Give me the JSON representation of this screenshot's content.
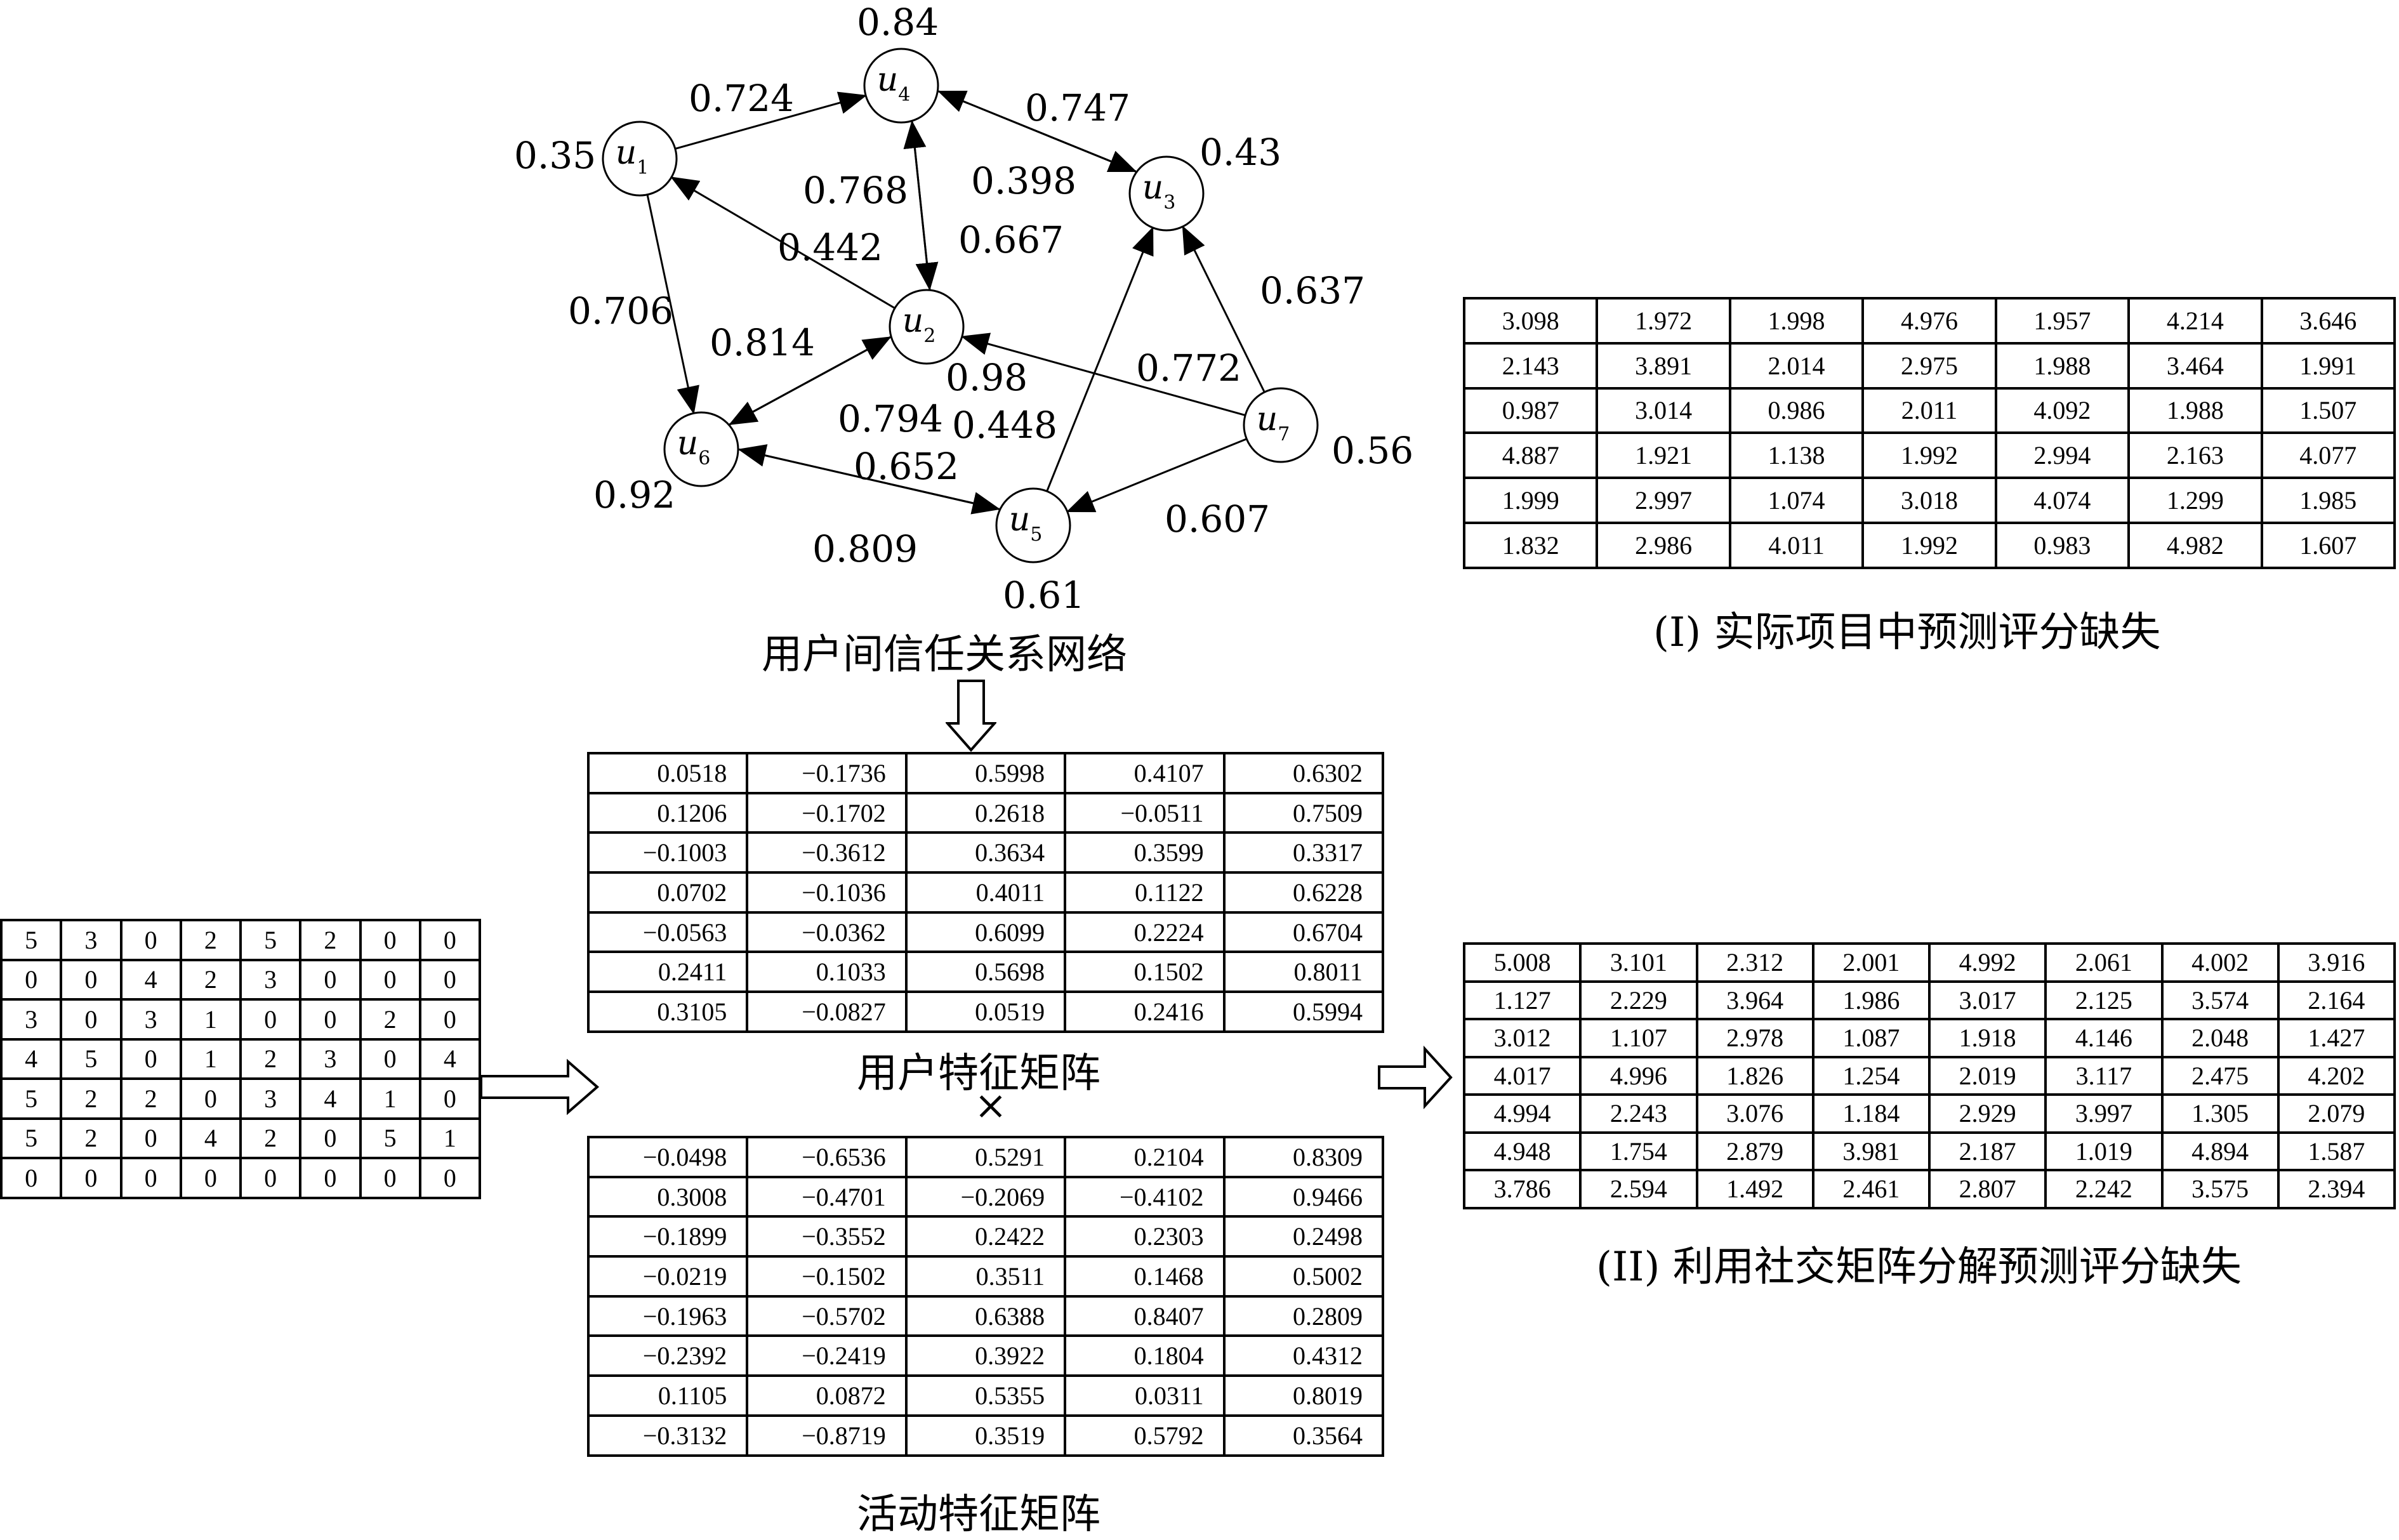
{
  "graph": {
    "nodes": [
      {
        "id": "u1",
        "label": "u",
        "sub": "1",
        "weight": "0.35"
      },
      {
        "id": "u2",
        "label": "u",
        "sub": "2",
        "weight": "0.98"
      },
      {
        "id": "u3",
        "label": "u",
        "sub": "3",
        "weight": "0.43"
      },
      {
        "id": "u4",
        "label": "u",
        "sub": "4",
        "weight": "0.84"
      },
      {
        "id": "u5",
        "label": "u",
        "sub": "5",
        "weight": "0.61"
      },
      {
        "id": "u6",
        "label": "u",
        "sub": "6",
        "weight": "0.92"
      },
      {
        "id": "u7",
        "label": "u",
        "sub": "7",
        "weight": "0.56"
      }
    ],
    "edges": [
      {
        "from": "u1",
        "to": "u4",
        "label": "0.724"
      },
      {
        "from": "u3",
        "to": "u4",
        "label": "0.747"
      },
      {
        "from": "u4",
        "to": "u3",
        "label": "0.398"
      },
      {
        "from": "u4",
        "to": "u2",
        "label": "0.768"
      },
      {
        "from": "u2",
        "to": "u4",
        "label": "0.667"
      },
      {
        "from": "u2",
        "to": "u1",
        "label": "0.442"
      },
      {
        "from": "u1",
        "to": "u6",
        "label": "0.706"
      },
      {
        "from": "u6",
        "to": "u2",
        "label": "0.814"
      },
      {
        "from": "u2",
        "to": "u6",
        "label": "0.794"
      },
      {
        "from": "u7",
        "to": "u3",
        "label": "0.637"
      },
      {
        "from": "u7",
        "to": "u2",
        "label": "0.772"
      },
      {
        "from": "u5",
        "to": "u3",
        "label": "0.448"
      },
      {
        "from": "u6",
        "to": "u5",
        "label": "0.652"
      },
      {
        "from": "u5",
        "to": "u6",
        "label": "0.809"
      },
      {
        "from": "u7",
        "to": "u5",
        "label": "0.607"
      }
    ],
    "caption": "用户间信任关系网络"
  },
  "rating_matrix": [
    [
      "5",
      "3",
      "0",
      "2",
      "5",
      "2",
      "0",
      "0"
    ],
    [
      "0",
      "0",
      "4",
      "2",
      "3",
      "0",
      "0",
      "0"
    ],
    [
      "3",
      "0",
      "3",
      "1",
      "0",
      "0",
      "2",
      "0"
    ],
    [
      "4",
      "5",
      "0",
      "1",
      "2",
      "3",
      "0",
      "4"
    ],
    [
      "5",
      "2",
      "2",
      "0",
      "3",
      "4",
      "1",
      "0"
    ],
    [
      "5",
      "2",
      "0",
      "4",
      "2",
      "0",
      "5",
      "1"
    ],
    [
      "0",
      "0",
      "0",
      "0",
      "0",
      "0",
      "0",
      "0"
    ]
  ],
  "user_feature_matrix": {
    "caption": "用户特征矩阵",
    "rows": [
      [
        "0.0518",
        "−0.1736",
        "0.5998",
        "0.4107",
        "0.6302"
      ],
      [
        "0.1206",
        "−0.1702",
        "0.2618",
        "−0.0511",
        "0.7509"
      ],
      [
        "−0.1003",
        "−0.3612",
        "0.3634",
        "0.3599",
        "0.3317"
      ],
      [
        "0.0702",
        "−0.1036",
        "0.4011",
        "0.1122",
        "0.6228"
      ],
      [
        "−0.0563",
        "−0.0362",
        "0.6099",
        "0.2224",
        "0.6704"
      ],
      [
        "0.2411",
        "0.1033",
        "0.5698",
        "0.1502",
        "0.8011"
      ],
      [
        "0.3105",
        "−0.0827",
        "0.0519",
        "0.2416",
        "0.5994"
      ]
    ]
  },
  "times_symbol": "×",
  "activity_feature_matrix": {
    "caption": "活动特征矩阵",
    "rows": [
      [
        "−0.0498",
        "−0.6536",
        "0.5291",
        "0.2104",
        "0.8309"
      ],
      [
        "0.3008",
        "−0.4701",
        "−0.2069",
        "−0.4102",
        "0.9466"
      ],
      [
        "−0.1899",
        "−0.3552",
        "0.2422",
        "0.2303",
        "0.2498"
      ],
      [
        "−0.0219",
        "−0.1502",
        "0.3511",
        "0.1468",
        "0.5002"
      ],
      [
        "−0.1963",
        "−0.5702",
        "0.6388",
        "0.8407",
        "0.2809"
      ],
      [
        "−0.2392",
        "−0.2419",
        "0.3922",
        "0.1804",
        "0.4312"
      ],
      [
        "0.1105",
        "0.0872",
        "0.5355",
        "0.0311",
        "0.8019"
      ],
      [
        "−0.3132",
        "−0.8719",
        "0.3519",
        "0.5792",
        "0.3564"
      ]
    ]
  },
  "matrix_I": {
    "caption": "(I) 实际项目中预测评分缺失",
    "rows": [
      [
        "3.098",
        "1.972",
        "1.998",
        "4.976",
        "1.957",
        "4.214",
        "3.646"
      ],
      [
        "2.143",
        "3.891",
        "2.014",
        "2.975",
        "1.988",
        "3.464",
        "1.991"
      ],
      [
        "0.987",
        "3.014",
        "0.986",
        "2.011",
        "4.092",
        "1.988",
        "1.507"
      ],
      [
        "4.887",
        "1.921",
        "1.138",
        "1.992",
        "2.994",
        "2.163",
        "4.077"
      ],
      [
        "1.999",
        "2.997",
        "1.074",
        "3.018",
        "4.074",
        "1.299",
        "1.985"
      ],
      [
        "1.832",
        "2.986",
        "4.011",
        "1.992",
        "0.983",
        "4.982",
        "1.607"
      ]
    ]
  },
  "matrix_II": {
    "caption": "(II) 利用社交矩阵分解预测评分缺失",
    "rows": [
      [
        "5.008",
        "3.101",
        "2.312",
        "2.001",
        "4.992",
        "2.061",
        "4.002",
        "3.916"
      ],
      [
        "1.127",
        "2.229",
        "3.964",
        "1.986",
        "3.017",
        "2.125",
        "3.574",
        "2.164"
      ],
      [
        "3.012",
        "1.107",
        "2.978",
        "1.087",
        "1.918",
        "4.146",
        "2.048",
        "1.427"
      ],
      [
        "4.017",
        "4.996",
        "1.826",
        "1.254",
        "2.019",
        "3.117",
        "2.475",
        "4.202"
      ],
      [
        "4.994",
        "2.243",
        "3.076",
        "1.184",
        "2.929",
        "3.997",
        "1.305",
        "2.079"
      ],
      [
        "4.948",
        "1.754",
        "2.879",
        "3.981",
        "2.187",
        "1.019",
        "4.894",
        "1.587"
      ],
      [
        "3.786",
        "2.594",
        "1.492",
        "2.461",
        "2.807",
        "2.242",
        "3.575",
        "2.394"
      ]
    ]
  }
}
